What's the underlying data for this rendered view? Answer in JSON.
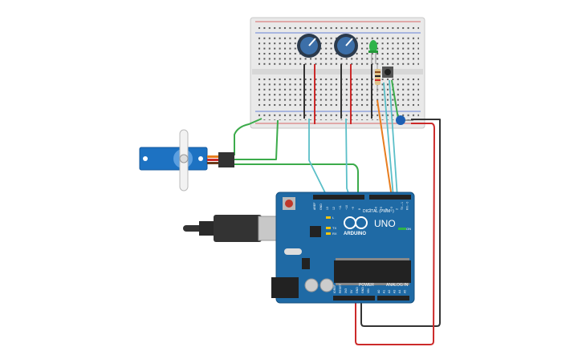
{
  "arduino": {
    "brand": "ARDUINO",
    "model": "UNO",
    "digital_label": "DIGITAL (PWM~)",
    "power_label": "POWER",
    "analog_label": "ANALOG IN",
    "on_label": "ON",
    "tx_label": "TX",
    "rx_label": "RX",
    "l_label": "L",
    "ioref_labels": [
      "IOREF",
      "RESET",
      "3V3",
      "5V",
      "GND",
      "GND",
      "VIN"
    ],
    "analog_pins": [
      "A0",
      "A1",
      "A2",
      "A3",
      "A4",
      "A5"
    ],
    "digital_pins_right": [
      "7",
      "~6",
      "~5",
      "4",
      "~3",
      "2",
      "TX→1",
      "RX←0"
    ],
    "digital_pins_left": [
      "AREF",
      "GND",
      "13",
      "12",
      "~11",
      "~10",
      "~9",
      "8"
    ]
  },
  "colors": {
    "board": "#1f6aa5",
    "board_dark": "#15507f",
    "breadboard": "#e6e6e6",
    "rail_red": "#d03a3a",
    "rail_blue": "#3a5fd0",
    "wire_green": "#3cab4b",
    "wire_teal": "#5bbfc8",
    "wire_orange": "#e87d1e",
    "wire_red": "#cc2a2a",
    "wire_black": "#333333",
    "servo": "#1d72c2",
    "led_green": "#2fb34a",
    "buzzer": "#1e5fb3"
  },
  "components": [
    {
      "name": "potentiometer-1-icon"
    },
    {
      "name": "potentiometer-2-icon"
    },
    {
      "name": "green-led-icon"
    },
    {
      "name": "resistor-icon"
    },
    {
      "name": "pushbutton-icon"
    },
    {
      "name": "piezo-buzzer-icon"
    },
    {
      "name": "servo-motor-icon"
    },
    {
      "name": "usb-cable-icon"
    }
  ]
}
